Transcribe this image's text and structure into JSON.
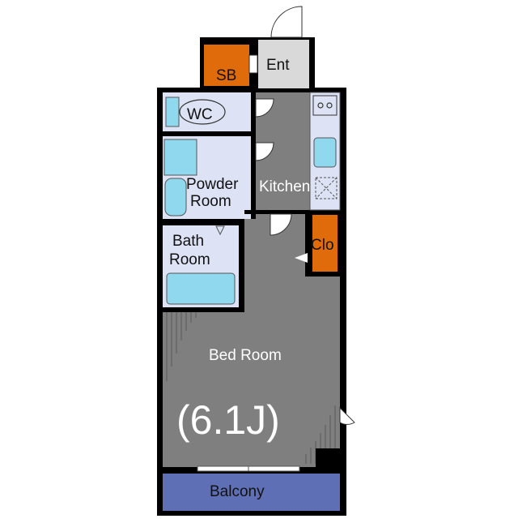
{
  "rooms": {
    "entrance": "Ent",
    "shoe_box": "SB",
    "toilet": "WC",
    "powder_room_line1": "Powder",
    "powder_room_line2": "Room",
    "kitchen": "Kitchen",
    "bath_room_line1": "Bath",
    "bath_room_line2": "Room",
    "closet": "Clo",
    "bed_room": "Bed Room",
    "bed_room_size": "(6.1J)",
    "balcony": "Balcony"
  },
  "colors": {
    "wall": "#000000",
    "floor_main": "#7f7f7f",
    "floor_entry": "#d9d9d9",
    "wet_area": "#dde3f5",
    "fixture": "#8fd8ee",
    "storage": "#e06b0a",
    "balcony": "#5f6fb5"
  }
}
